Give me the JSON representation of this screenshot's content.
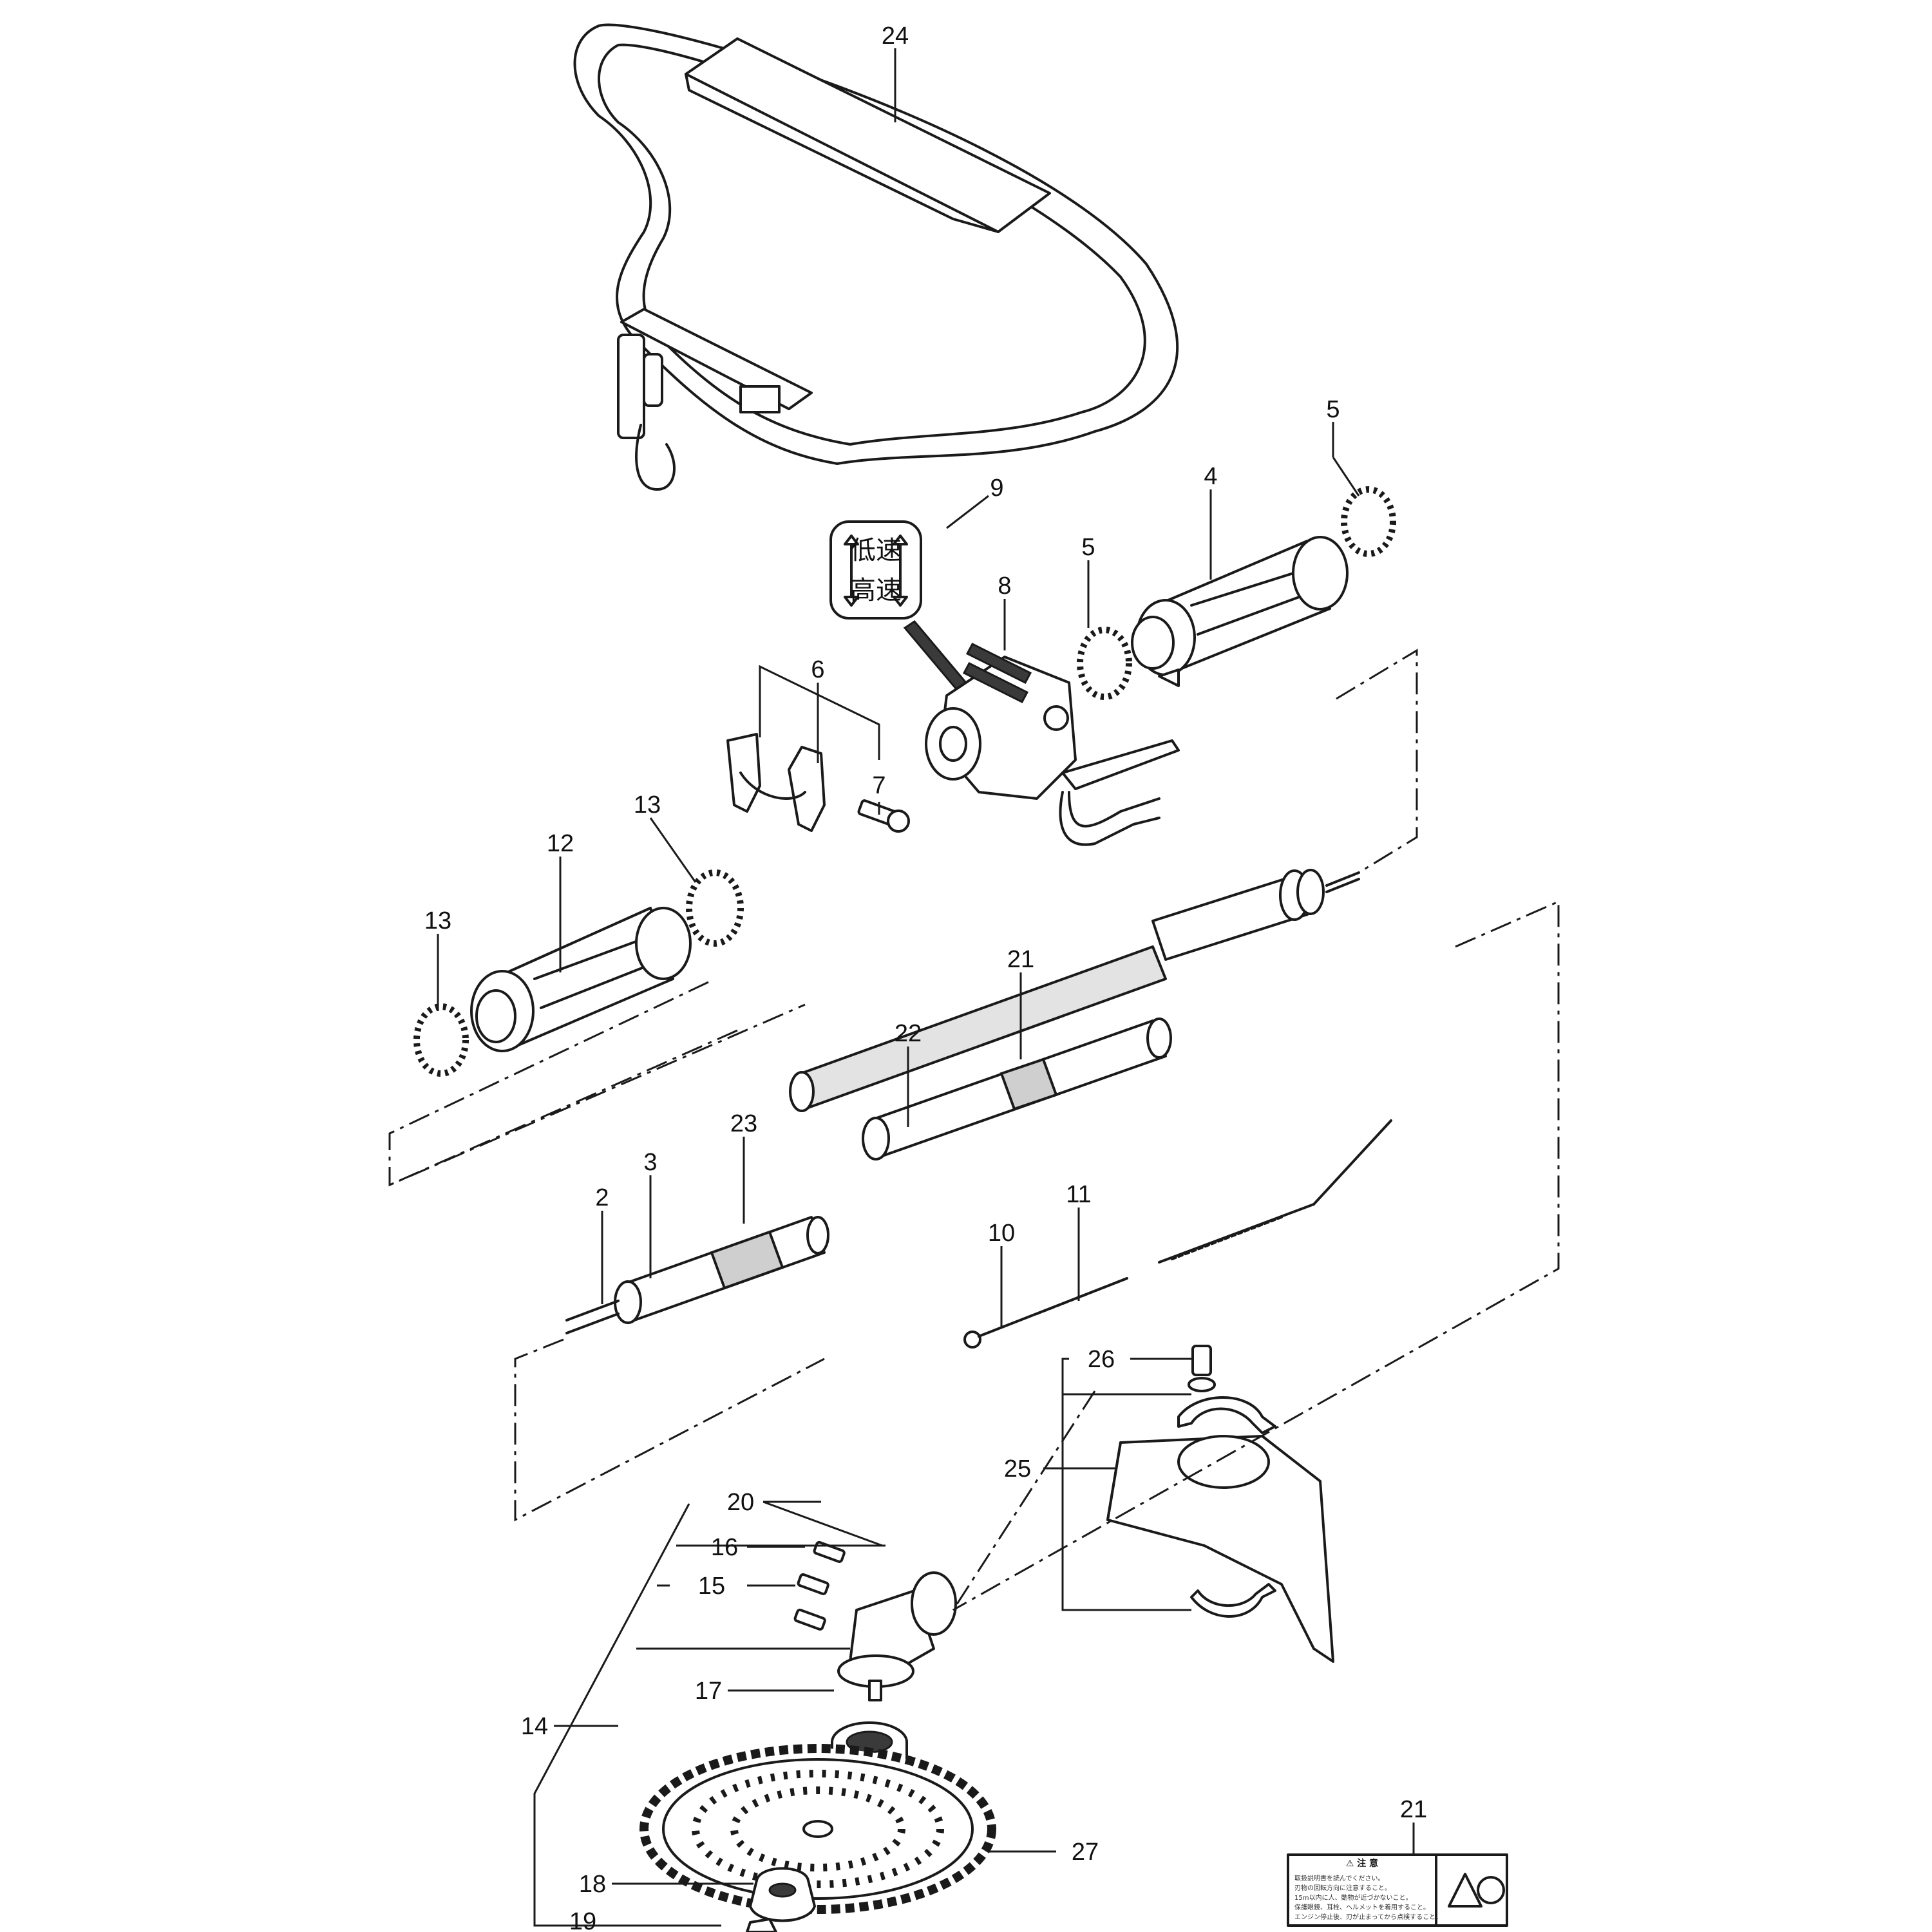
{
  "diagram": {
    "callouts": [
      {
        "id": "c24",
        "label": "24"
      },
      {
        "id": "c5a",
        "label": "5"
      },
      {
        "id": "c4",
        "label": "4"
      },
      {
        "id": "c9",
        "label": "9"
      },
      {
        "id": "c5b",
        "label": "5"
      },
      {
        "id": "c8",
        "label": "8"
      },
      {
        "id": "c6",
        "label": "6"
      },
      {
        "id": "c7",
        "label": "7"
      },
      {
        "id": "c13a",
        "label": "13"
      },
      {
        "id": "c12",
        "label": "12"
      },
      {
        "id": "c13b",
        "label": "13"
      },
      {
        "id": "c21a",
        "label": "21"
      },
      {
        "id": "c22",
        "label": "22"
      },
      {
        "id": "c23",
        "label": "23"
      },
      {
        "id": "c3",
        "label": "3"
      },
      {
        "id": "c2",
        "label": "2"
      },
      {
        "id": "c11",
        "label": "11"
      },
      {
        "id": "c10",
        "label": "10"
      },
      {
        "id": "c26",
        "label": "26"
      },
      {
        "id": "c25",
        "label": "25"
      },
      {
        "id": "c20",
        "label": "20"
      },
      {
        "id": "c16",
        "label": "16"
      },
      {
        "id": "c15",
        "label": "15"
      },
      {
        "id": "c14",
        "label": "14"
      },
      {
        "id": "c17",
        "label": "17"
      },
      {
        "id": "c27",
        "label": "27"
      },
      {
        "id": "c18",
        "label": "18"
      },
      {
        "id": "c19",
        "label": "19"
      },
      {
        "id": "c21b",
        "label": "21"
      }
    ],
    "throttle_label": {
      "low_speed": "低速",
      "high_speed": "高速"
    },
    "warning_label": {
      "heading": "⚠ 注 意",
      "lines": [
        "取扱説明書を読んでください。",
        "刃物の回転方向に注意すること。",
        "15m以内に人、動物が近づかないこと。",
        "保護眼鏡、耳栓、ヘルメットを着用すること。",
        "エンジン停止後、刃が止まってから点検すること。"
      ]
    },
    "colors": {
      "line": "#1a1a1a",
      "background": "#ffffff",
      "shade": "#cfcfcf"
    }
  }
}
